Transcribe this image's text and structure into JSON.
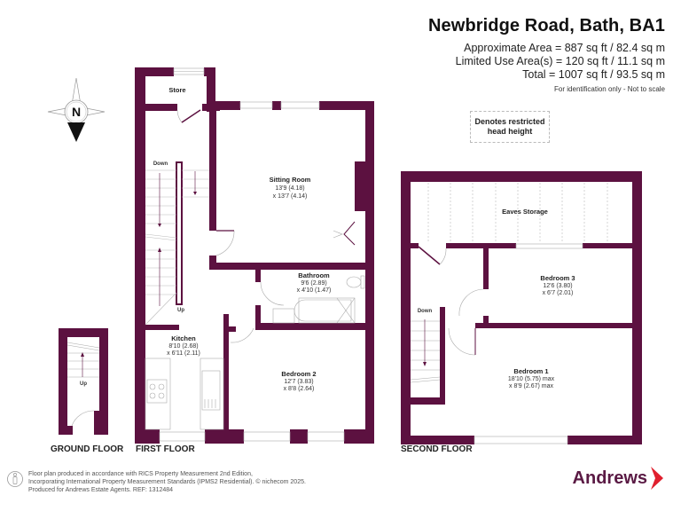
{
  "header": {
    "title": "Newbridge Road, Bath, BA1",
    "area_lines": [
      "Approximate Area = 887 sq ft / 82.4 sq m",
      "Limited Use Area(s) = 120 sq ft / 11.1 sq m",
      "Total = 1007 sq ft / 93.5 sq m"
    ],
    "note": "For identification only - Not to scale"
  },
  "compass": {
    "label": "N",
    "icon": "north-arrow-icon"
  },
  "legend": {
    "line1": "Denotes restricted",
    "line2": "head height"
  },
  "colors": {
    "wall": "#5c1140",
    "brand": "#5a1a44",
    "brand_arrow": "#e0202e"
  },
  "floors": {
    "ground": {
      "label": "GROUND FLOOR",
      "stairs_label": "Up"
    },
    "first": {
      "label": "FIRST FLOOR",
      "stairs_down": "Down",
      "stairs_up": "Up",
      "rooms": {
        "store": {
          "name": "Store"
        },
        "sitting": {
          "name": "Sitting Room",
          "dim1": "13'9 (4.18)",
          "dim2": "x 13'7 (4.14)"
        },
        "bathroom": {
          "name": "Bathroom",
          "dim1": "9'6 (2.89)",
          "dim2": "x 4'10 (1.47)"
        },
        "kitchen": {
          "name": "Kitchen",
          "dim1": "8'10 (2.68)",
          "dim2": "x 6'11 (2.11)"
        },
        "bedroom2": {
          "name": "Bedroom 2",
          "dim1": "12'7 (3.83)",
          "dim2": "x 8'8 (2.64)"
        }
      }
    },
    "second": {
      "label": "SECOND FLOOR",
      "stairs_down": "Down",
      "rooms": {
        "eaves": {
          "name": "Eaves Storage"
        },
        "bedroom3": {
          "name": "Bedroom 3",
          "dim1": "12'6 (3.80)",
          "dim2": "x 6'7 (2.01)"
        },
        "bedroom1": {
          "name": "Bedroom 1",
          "dim1": "18'10 (5.75) max",
          "dim2": "x 8'9 (2.67) max"
        }
      }
    }
  },
  "footer": {
    "lines": [
      "Floor plan produced in accordance with RICS Property Measurement 2nd Edition,",
      "Incorporating International Property Measurement Standards (IPMS2 Residential).   © nichecom 2025.",
      "Produced for Andrews Estate Agents.    REF: 1312484"
    ]
  },
  "brand": {
    "name": "Andrews"
  }
}
